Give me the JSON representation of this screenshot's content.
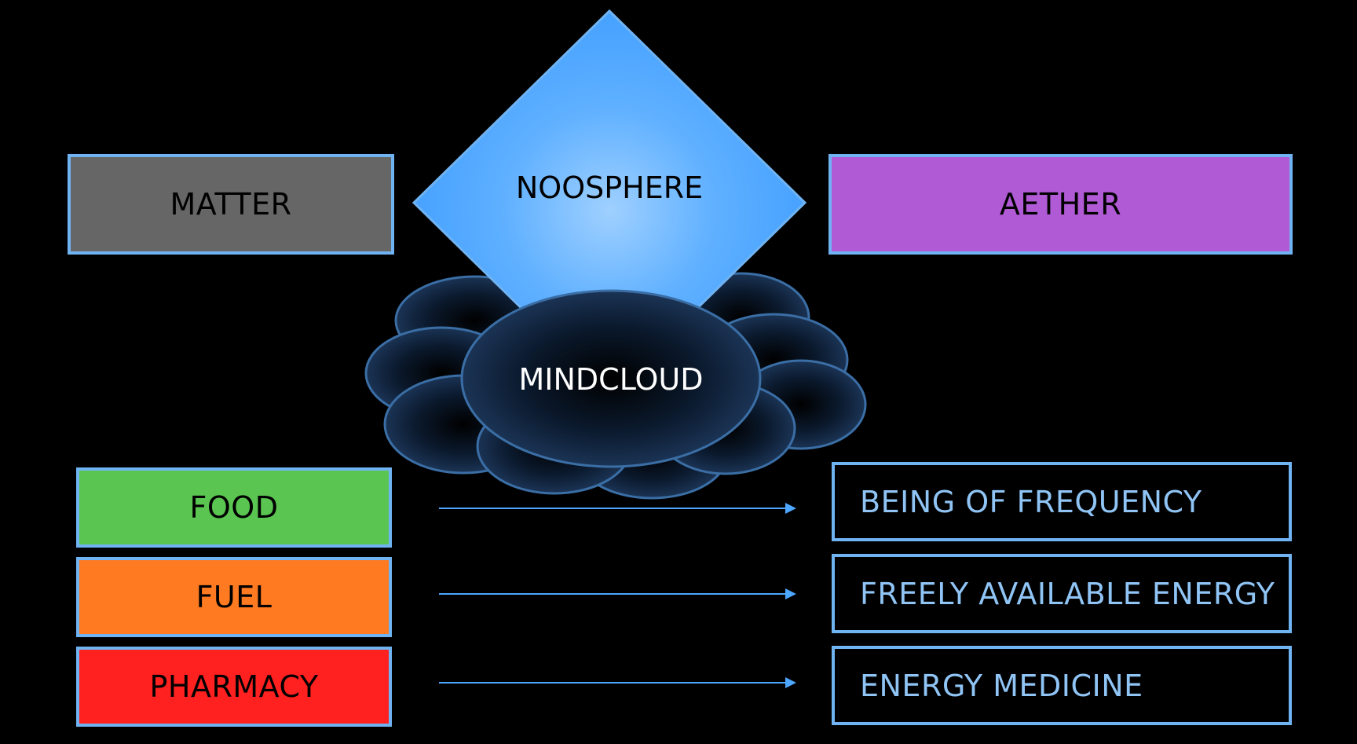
{
  "top": {
    "matter": {
      "label": "MATTER",
      "color": "#666666"
    },
    "noosphere": {
      "label": "NOOSPHERE",
      "color": "#4da6ff"
    },
    "aether": {
      "label": "AETHER",
      "color": "#b05ad6"
    }
  },
  "cloud": {
    "label": "MINDCLOUD",
    "color": "#14253d"
  },
  "left_items": [
    {
      "label": "FOOD",
      "color": "#5ac550"
    },
    {
      "label": "FUEL",
      "color": "#ff7a20"
    },
    {
      "label": "PHARMACY",
      "color": "#ff2020"
    }
  ],
  "right_items": [
    {
      "label": "BEING OF FREQUENCY"
    },
    {
      "label": "FREELY AVAILABLE ENERGY"
    },
    {
      "label": "ENERGY MEDICINE"
    }
  ],
  "colors": {
    "background": "#000000",
    "border": "#6fb3f2",
    "arrow": "#4da6ff",
    "right_text": "#8fc4f5"
  }
}
